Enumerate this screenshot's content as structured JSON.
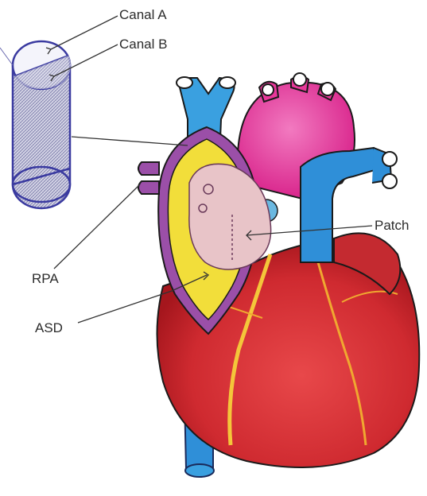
{
  "labels": {
    "canal_a": "Canal A",
    "canal_b": "Canal B",
    "rpa": "RPA",
    "asd": "ASD",
    "patch": "Patch"
  },
  "colors": {
    "myocardium": "#d42a2f",
    "myocardium_dark": "#a8161d",
    "aorta": "#e8389a",
    "vessel_blue": "#2f8fd8",
    "svc_blue": "#3aa0e0",
    "rpa_purple": "#9b4fa8",
    "tunnel_yellow": "#f2de3a",
    "patch_pink": "#e8c4c8",
    "tube_outline": "#3a3aa0",
    "leader_line": "#333333"
  }
}
